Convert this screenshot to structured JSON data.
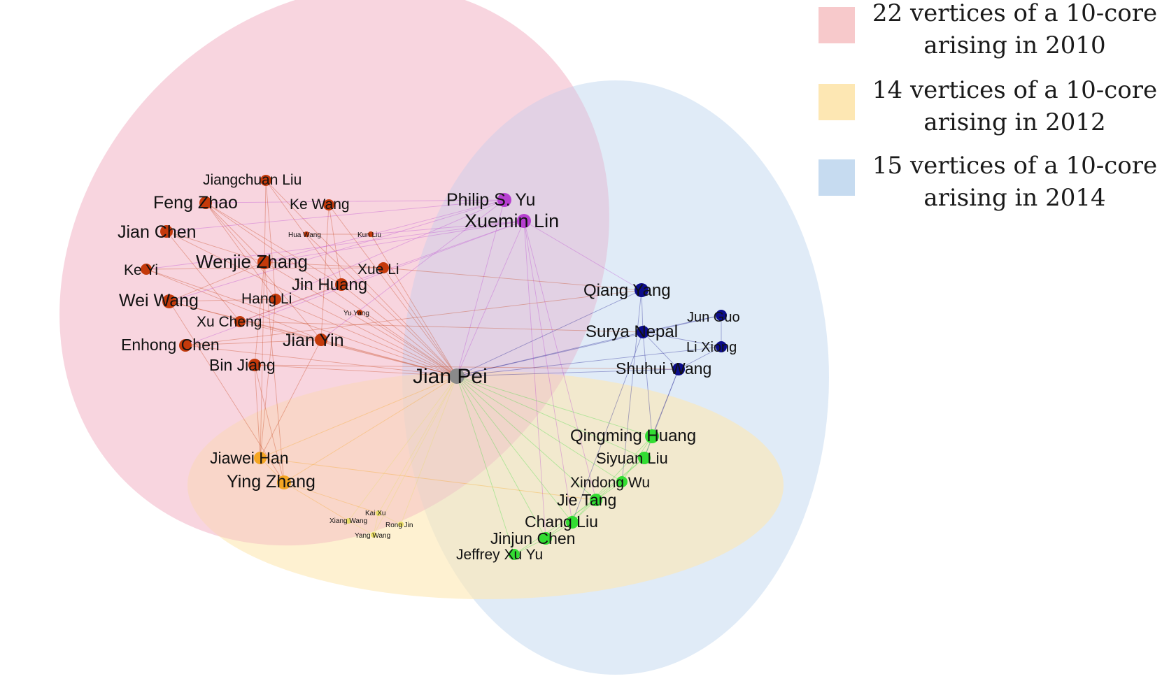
{
  "legend": [
    {
      "color": "#f7c9cb",
      "line1": "22 vertices of a 10-core",
      "line2": "arising in 2010"
    },
    {
      "color": "#fde7b3",
      "line1": "14 vertices of a 10-core",
      "line2": "arising in 2012"
    },
    {
      "color": "#c6dbf0",
      "line1": "15 vertices of a 10-core",
      "line2": "arising in 2014"
    }
  ],
  "colors": {
    "group_2010": "#c43a0b",
    "group_2012": "#f5a623",
    "group_2014": "#0c0c8a",
    "group_2010_2014": "#b63fd0",
    "group_2012_2014": "#33dd33",
    "group_2012_small": "#e8dc66",
    "center": "#8a8a8a"
  },
  "nodes": [
    {
      "id": "jian-pei",
      "label": "Jian Pei",
      "group": "center",
      "size": "huge"
    },
    {
      "id": "jiangchuan-liu",
      "label": "Jiangchuan Liu",
      "group": "group_2010",
      "size": "small"
    },
    {
      "id": "feng-zhao",
      "label": "Feng Zhao",
      "group": "group_2010",
      "size": "medium"
    },
    {
      "id": "ke-wang",
      "label": "Ke Wang",
      "group": "group_2010",
      "size": "small"
    },
    {
      "id": "jian-chen",
      "label": "Jian Chen",
      "group": "group_2010",
      "size": "medium"
    },
    {
      "id": "hua-wang",
      "label": "Hua Wang",
      "group": "group_2010",
      "size": "tiny"
    },
    {
      "id": "kun-liu",
      "label": "Kun Liu",
      "group": "group_2010",
      "size": "tiny"
    },
    {
      "id": "ke-yi",
      "label": "Ke Yi",
      "group": "group_2010",
      "size": "small"
    },
    {
      "id": "wenjie-zhang",
      "label": "Wenjie Zhang",
      "group": "group_2010",
      "size": "large"
    },
    {
      "id": "xue-li",
      "label": "Xue Li",
      "group": "group_2010",
      "size": "small"
    },
    {
      "id": "jin-huang",
      "label": "Jin Huang",
      "group": "group_2010",
      "size": "medium"
    },
    {
      "id": "wei-wang",
      "label": "Wei Wang",
      "group": "group_2010",
      "size": "large"
    },
    {
      "id": "hang-li",
      "label": "Hang Li",
      "group": "group_2010",
      "size": "small"
    },
    {
      "id": "yu-yang",
      "label": "Yu Yang",
      "group": "group_2010",
      "size": "tiny"
    },
    {
      "id": "xu-cheng",
      "label": "Xu Cheng",
      "group": "group_2010",
      "size": "small"
    },
    {
      "id": "jian-yin",
      "label": "Jian Yin",
      "group": "group_2010",
      "size": "medium"
    },
    {
      "id": "enhong-chen",
      "label": "Enhong Chen",
      "group": "group_2010",
      "size": "medium"
    },
    {
      "id": "bin-jiang",
      "label": "Bin Jiang",
      "group": "group_2010",
      "size": "medium"
    },
    {
      "id": "philip-yu",
      "label": "Philip S. Yu",
      "group": "group_2010_2014",
      "size": "large"
    },
    {
      "id": "xuemin-lin",
      "label": "Xuemin Lin",
      "group": "group_2010_2014",
      "size": "large"
    },
    {
      "id": "qiang-yang",
      "label": "Qiang Yang",
      "group": "group_2014",
      "size": "large"
    },
    {
      "id": "jun-guo",
      "label": "Jun Guo",
      "group": "group_2014",
      "size": "small"
    },
    {
      "id": "surya-nepal",
      "label": "Surya Nepal",
      "group": "group_2014",
      "size": "medium"
    },
    {
      "id": "li-xiong",
      "label": "Li Xiong",
      "group": "group_2014",
      "size": "small"
    },
    {
      "id": "shuhui-wang",
      "label": "Shuhui Wang",
      "group": "group_2014",
      "size": "medium"
    },
    {
      "id": "jiawei-han",
      "label": "Jiawei Han",
      "group": "group_2012",
      "size": "medium"
    },
    {
      "id": "ying-zhang",
      "label": "Ying Zhang",
      "group": "group_2012",
      "size": "large"
    },
    {
      "id": "kai-xu",
      "label": "Kai Xu",
      "group": "group_2012_small",
      "size": "tiny"
    },
    {
      "id": "xiang-wang",
      "label": "Xiang Wang",
      "group": "group_2012_small",
      "size": "tiny"
    },
    {
      "id": "rong-jin",
      "label": "Rong Jin",
      "group": "group_2012_small",
      "size": "tiny"
    },
    {
      "id": "yang-wang",
      "label": "Yang Wang",
      "group": "group_2012_small",
      "size": "tiny"
    },
    {
      "id": "qingming-huang",
      "label": "Qingming Huang",
      "group": "group_2012_2014",
      "size": "large"
    },
    {
      "id": "siyuan-liu",
      "label": "Siyuan Liu",
      "group": "group_2012_2014",
      "size": "medium"
    },
    {
      "id": "xindong-wu",
      "label": "Xindong Wu",
      "group": "group_2012_2014",
      "size": "small"
    },
    {
      "id": "jie-tang",
      "label": "Jie Tang",
      "group": "group_2012_2014",
      "size": "medium"
    },
    {
      "id": "chang-liu",
      "label": "Chang Liu",
      "group": "group_2012_2014",
      "size": "medium"
    },
    {
      "id": "jinjun-chen",
      "label": "Jinjun Chen",
      "group": "group_2012_2014",
      "size": "medium"
    },
    {
      "id": "jeffrey-xu-yu",
      "label": "Jeffrey Xu Yu",
      "group": "group_2012_2014",
      "size": "small"
    }
  ],
  "edges": [
    [
      "jian-pei",
      "jiangchuan-liu"
    ],
    [
      "jian-pei",
      "feng-zhao"
    ],
    [
      "jian-pei",
      "ke-wang"
    ],
    [
      "jian-pei",
      "jian-chen"
    ],
    [
      "jian-pei",
      "hua-wang"
    ],
    [
      "jian-pei",
      "kun-liu"
    ],
    [
      "jian-pei",
      "ke-yi"
    ],
    [
      "jian-pei",
      "wenjie-zhang"
    ],
    [
      "jian-pei",
      "xue-li"
    ],
    [
      "jian-pei",
      "jin-huang"
    ],
    [
      "jian-pei",
      "wei-wang"
    ],
    [
      "jian-pei",
      "hang-li"
    ],
    [
      "jian-pei",
      "yu-yang"
    ],
    [
      "jian-pei",
      "xu-cheng"
    ],
    [
      "jian-pei",
      "jian-yin"
    ],
    [
      "jian-pei",
      "enhong-chen"
    ],
    [
      "jian-pei",
      "bin-jiang"
    ],
    [
      "jian-pei",
      "philip-yu"
    ],
    [
      "jian-pei",
      "xuemin-lin"
    ],
    [
      "jian-pei",
      "qiang-yang"
    ],
    [
      "jian-pei",
      "jun-guo"
    ],
    [
      "jian-pei",
      "surya-nepal"
    ],
    [
      "jian-pei",
      "li-xiong"
    ],
    [
      "jian-pei",
      "shuhui-wang"
    ],
    [
      "jian-pei",
      "jiawei-han"
    ],
    [
      "jian-pei",
      "ying-zhang"
    ],
    [
      "jian-pei",
      "kai-xu"
    ],
    [
      "jian-pei",
      "xiang-wang"
    ],
    [
      "jian-pei",
      "rong-jin"
    ],
    [
      "jian-pei",
      "yang-wang"
    ],
    [
      "jian-pei",
      "qingming-huang"
    ],
    [
      "jian-pei",
      "siyuan-liu"
    ],
    [
      "jian-pei",
      "xindong-wu"
    ],
    [
      "jian-pei",
      "jie-tang"
    ],
    [
      "jian-pei",
      "chang-liu"
    ],
    [
      "jian-pei",
      "jinjun-chen"
    ],
    [
      "jian-pei",
      "jeffrey-xu-yu"
    ],
    [
      "philip-yu",
      "feng-zhao"
    ],
    [
      "philip-yu",
      "jian-chen"
    ],
    [
      "philip-yu",
      "wenjie-zhang"
    ],
    [
      "philip-yu",
      "wei-wang"
    ],
    [
      "philip-yu",
      "jian-yin"
    ],
    [
      "philip-yu",
      "hang-li"
    ],
    [
      "xuemin-lin",
      "wenjie-zhang"
    ],
    [
      "xuemin-lin",
      "ke-yi"
    ],
    [
      "xuemin-lin",
      "qiang-yang"
    ],
    [
      "xuemin-lin",
      "enhong-chen"
    ],
    [
      "xuemin-lin",
      "jinjun-chen"
    ],
    [
      "xuemin-lin",
      "chang-liu"
    ],
    [
      "xuemin-lin",
      "xu-cheng"
    ],
    [
      "xuemin-lin",
      "kun-liu"
    ],
    [
      "xuemin-lin",
      "jie-tang"
    ],
    [
      "feng-zhao",
      "wenjie-zhang"
    ],
    [
      "feng-zhao",
      "jian-yin"
    ],
    [
      "feng-zhao",
      "hang-li"
    ],
    [
      "feng-zhao",
      "jin-huang"
    ],
    [
      "jiangchuan-liu",
      "wenjie-zhang"
    ],
    [
      "jiangchuan-liu",
      "hang-li"
    ],
    [
      "jiangchuan-liu",
      "jin-huang"
    ],
    [
      "ke-wang",
      "jin-huang"
    ],
    [
      "ke-wang",
      "jian-yin"
    ],
    [
      "jian-chen",
      "wenjie-zhang"
    ],
    [
      "jian-chen",
      "xu-cheng"
    ],
    [
      "wenjie-zhang",
      "wei-wang"
    ],
    [
      "wenjie-zhang",
      "xue-li"
    ],
    [
      "wenjie-zhang",
      "bin-jiang"
    ],
    [
      "wenjie-zhang",
      "jiawei-han"
    ],
    [
      "wenjie-zhang",
      "ying-zhang"
    ],
    [
      "wei-wang",
      "jian-yin"
    ],
    [
      "wei-wang",
      "hang-li"
    ],
    [
      "wei-wang",
      "ying-zhang"
    ],
    [
      "ke-yi",
      "jian-yin"
    ],
    [
      "ke-yi",
      "xue-li"
    ],
    [
      "enhong-chen",
      "jian-yin"
    ],
    [
      "enhong-chen",
      "qiang-yang"
    ],
    [
      "bin-jiang",
      "jiawei-han"
    ],
    [
      "bin-jiang",
      "ying-zhang"
    ],
    [
      "bin-jiang",
      "shuhui-wang"
    ],
    [
      "hang-li",
      "jiawei-han"
    ],
    [
      "xu-cheng",
      "jin-huang"
    ],
    [
      "xu-cheng",
      "surya-nepal"
    ],
    [
      "xue-li",
      "qiang-yang"
    ],
    [
      "jian-yin",
      "jiawei-han"
    ],
    [
      "hua-wang",
      "kun-liu"
    ],
    [
      "qiang-yang",
      "surya-nepal"
    ],
    [
      "qiang-yang",
      "xindong-wu"
    ],
    [
      "surya-nepal",
      "jun-guo"
    ],
    [
      "surya-nepal",
      "li-xiong"
    ],
    [
      "surya-nepal",
      "shuhui-wang"
    ],
    [
      "surya-nepal",
      "qingming-huang"
    ],
    [
      "surya-nepal",
      "chang-liu"
    ],
    [
      "jun-guo",
      "li-xiong"
    ],
    [
      "shuhui-wang",
      "qingming-huang"
    ],
    [
      "shuhui-wang",
      "li-xiong"
    ],
    [
      "shuhui-wang",
      "siyuan-liu"
    ],
    [
      "qingming-huang",
      "siyuan-liu"
    ],
    [
      "qingming-huang",
      "xindong-wu"
    ],
    [
      "qingming-huang",
      "chang-liu"
    ],
    [
      "siyuan-liu",
      "jie-tang"
    ],
    [
      "siyuan-liu",
      "jinjun-chen"
    ],
    [
      "xindong-wu",
      "jie-tang"
    ],
    [
      "jie-tang",
      "chang-liu"
    ],
    [
      "jie-tang",
      "jeffrey-xu-yu"
    ],
    [
      "chang-liu",
      "jinjun-chen"
    ],
    [
      "jinjun-chen",
      "jeffrey-xu-yu"
    ],
    [
      "jiawei-han",
      "ying-zhang"
    ],
    [
      "jiawei-han",
      "jie-tang"
    ],
    [
      "ying-zhang",
      "kai-xu"
    ],
    [
      "ying-zhang",
      "xiang-wang"
    ],
    [
      "kai-xu",
      "rong-jin"
    ],
    [
      "kai-xu",
      "yang-wang"
    ],
    [
      "xiang-wang",
      "yang-wang"
    ]
  ]
}
